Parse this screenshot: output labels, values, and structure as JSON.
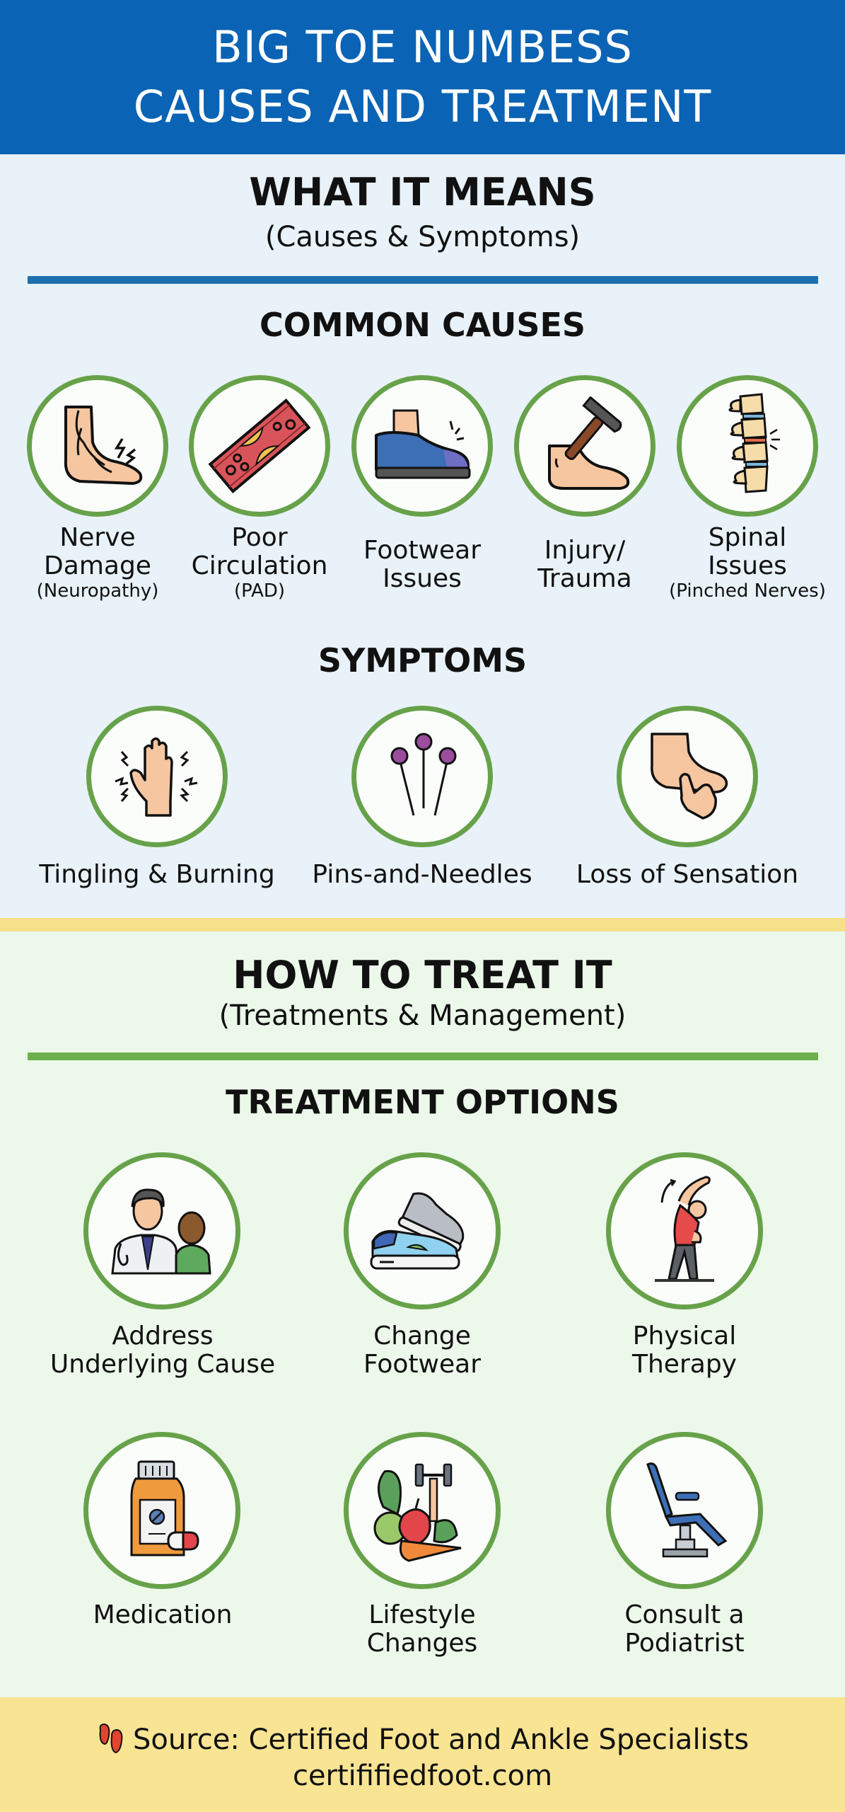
{
  "header": {
    "title_line1": "BIG TOE NUMBESS",
    "title_line2": "CAUSES AND TREATMENT"
  },
  "section_what": {
    "title": "WHAT IT MEANS",
    "subtitle": "(Causes & Symptoms)",
    "causes": {
      "heading": "COMMON CAUSES",
      "items": [
        {
          "line1": "Nerve",
          "line2": "Damage",
          "sub": "(Neuropathy)",
          "icon": "foot-nerve-icon"
        },
        {
          "line1": "Poor",
          "line2": "Circulation",
          "sub": "(PAD)",
          "icon": "artery-plaque-icon"
        },
        {
          "line1": "Footwear",
          "line2": "Issues",
          "sub": "",
          "icon": "tight-shoe-icon"
        },
        {
          "line1": "Injury/",
          "line2": "Trauma",
          "sub": "",
          "icon": "hammer-foot-icon"
        },
        {
          "line1": "Spinal",
          "line2": "Issues",
          "sub": "(Pinched Nerves)",
          "icon": "spine-icon"
        }
      ]
    },
    "symptoms": {
      "heading": "SYMPTOMS",
      "items": [
        {
          "label": "Tingling & Burning",
          "icon": "tingling-hand-icon"
        },
        {
          "label": "Pins-and-Needles",
          "icon": "pins-icon"
        },
        {
          "label": "Loss of Sensation",
          "icon": "foot-touch-icon"
        }
      ]
    }
  },
  "section_treat": {
    "title": "HOW TO TREAT IT",
    "subtitle": "(Treatments & Management)",
    "options": {
      "heading": "TREATMENT OPTIONS",
      "items": [
        {
          "line1": "Address",
          "line2": "Underlying Cause",
          "icon": "doctor-patient-icon"
        },
        {
          "line1": "Change",
          "line2": "Footwear",
          "icon": "sneakers-icon"
        },
        {
          "line1": "Physical",
          "line2": "Therapy",
          "icon": "stretching-person-icon"
        },
        {
          "line1": "Medication",
          "line2": "",
          "icon": "pill-bottle-icon"
        },
        {
          "line1": "Lifestyle",
          "line2": "Changes",
          "icon": "healthy-food-dumbbell-icon"
        },
        {
          "line1": "Consult a",
          "line2": "Podiatrist",
          "icon": "podiatry-chair-icon"
        }
      ]
    }
  },
  "footer": {
    "icon": "footprints-icon",
    "source": "Source: Certified Foot and Ankle Specialists",
    "url": "certififiedfoot.com"
  },
  "colors": {
    "header_blue": "#0a63b5",
    "divider_blue": "#1d6fae",
    "divider_green": "#6bb04c",
    "circle_green": "#67a24a",
    "band_yellow": "#f7e08a",
    "footer_yellow": "#f8e492"
  }
}
